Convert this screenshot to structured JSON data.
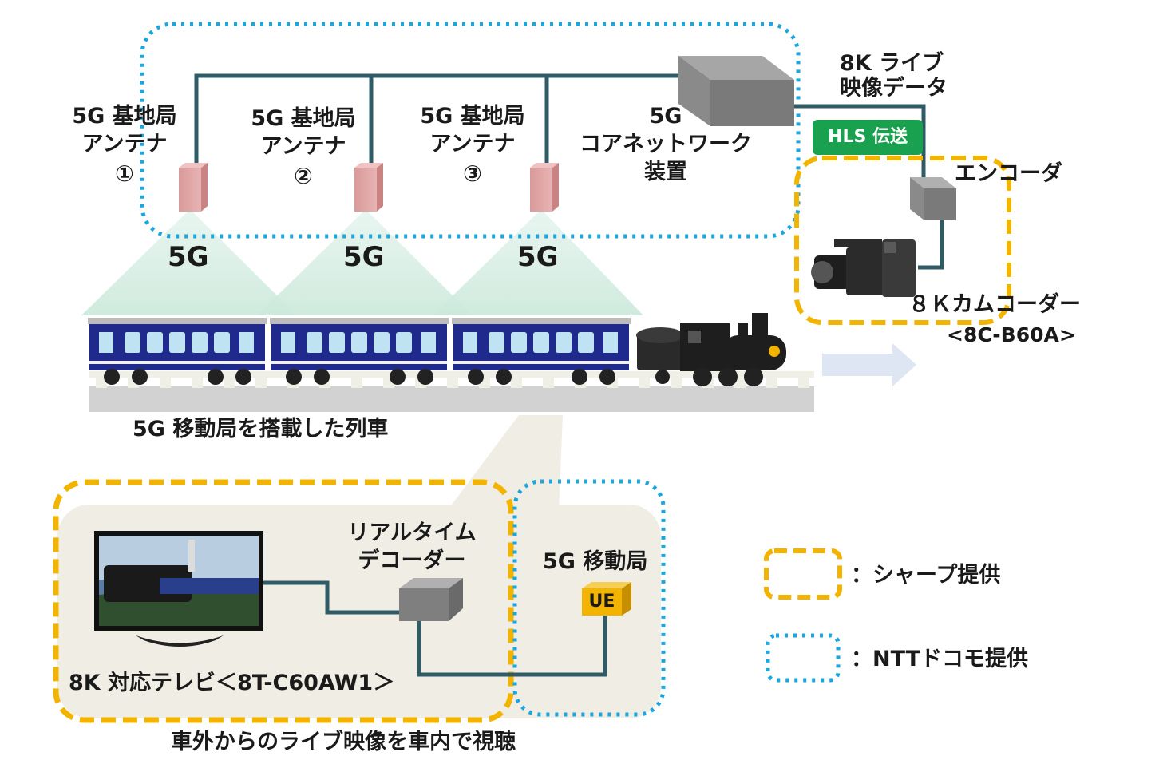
{
  "antennas": [
    {
      "line1": "5G 基地局",
      "line2": "アンテナ",
      "number": "①"
    },
    {
      "line1": "5G 基地局",
      "line2": "アンテナ",
      "number": "②"
    },
    {
      "line1": "5G 基地局",
      "line2": "アンテナ",
      "number": "③"
    }
  ],
  "coverage_label": "5G",
  "core_network": {
    "line1": "5G",
    "line2": "コアネットワーク",
    "line3": "装置"
  },
  "video_data": {
    "line1": "8K ライブ",
    "line2": "映像データ"
  },
  "hls_badge": "HLS 伝送",
  "encoder_label": "エンコーダ",
  "camcorder": {
    "name": "８Ｋカムコーダー",
    "model": "<8C-B60A>"
  },
  "train_label": "5G 移動局を搭載した列車",
  "decoder": {
    "line1": "リアルタイム",
    "line2": "デコーダー"
  },
  "mobile_station": {
    "label": "5G 移動局",
    "ue": "UE"
  },
  "tv_label": "8K 対応テレビ＜8T-C60AW1＞",
  "bottom_caption": "車外からのライブ映像を車内で視聴",
  "legend": [
    {
      "text": "：シャープ提供",
      "color": "#f3b400"
    },
    {
      "text": "：NTTドコモ提供",
      "color": "#1aa6e0"
    }
  ],
  "colors": {
    "line": "#2f5b66",
    "sharp": "#f3b400",
    "docomo": "#1aa6e0",
    "train": "#1f2a8c"
  }
}
